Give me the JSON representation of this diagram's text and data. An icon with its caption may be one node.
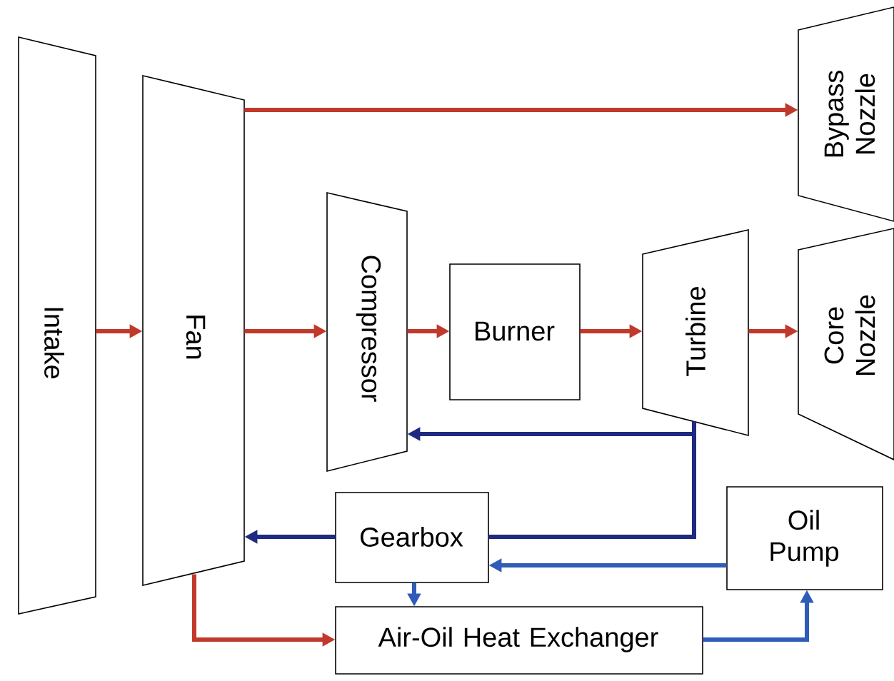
{
  "diagram": {
    "nodes": [
      {
        "text": [
          "Intake"
        ]
      },
      {
        "text": [
          "Fan"
        ]
      },
      {
        "text": [
          "Bypass Nozzle"
        ]
      },
      {
        "text": [
          "Compressor"
        ]
      },
      {
        "text": [
          "Burner"
        ]
      },
      {
        "text": [
          "Turbine"
        ]
      },
      {
        "text": [
          "Core Nozzle"
        ]
      },
      {
        "text": [
          "Gearbox"
        ]
      },
      {
        "text": [
          "Oil Pump"
        ]
      },
      {
        "text": [
          "Air-Oil Heat Exchanger"
        ]
      }
    ],
    "edges": [
      {
        "from": 0,
        "to": 1,
        "arrow": "to"
      },
      {
        "from": 1,
        "to": 2,
        "arrow": "to"
      },
      {
        "from": 1,
        "to": 3,
        "arrow": "to"
      },
      {
        "from": 3,
        "to": 4,
        "arrow": "to"
      },
      {
        "from": 4,
        "to": 5,
        "arrow": "to"
      },
      {
        "from": 5,
        "to": 6,
        "arrow": "to"
      },
      {
        "from": 5,
        "to": 3,
        "arrow": "to",
        "color": "#1f2a80"
      },
      {
        "from": 5,
        "to": 7,
        "arrow": "none",
        "color": "#1f2a80"
      },
      {
        "from": 7,
        "to": 1,
        "arrow": "to",
        "color": "#1f2a80"
      },
      {
        "from": 8,
        "to": 7,
        "arrow": "to",
        "color": "#2e5cb8"
      },
      {
        "from": 7,
        "to": 9,
        "arrow": "to",
        "color": "#2e5cb8"
      },
      {
        "from": 9,
        "to": 8,
        "arrow": "to",
        "color": "#2e5cb8"
      },
      {
        "from": 1,
        "to": 9,
        "arrow": "to"
      }
    ]
  }
}
